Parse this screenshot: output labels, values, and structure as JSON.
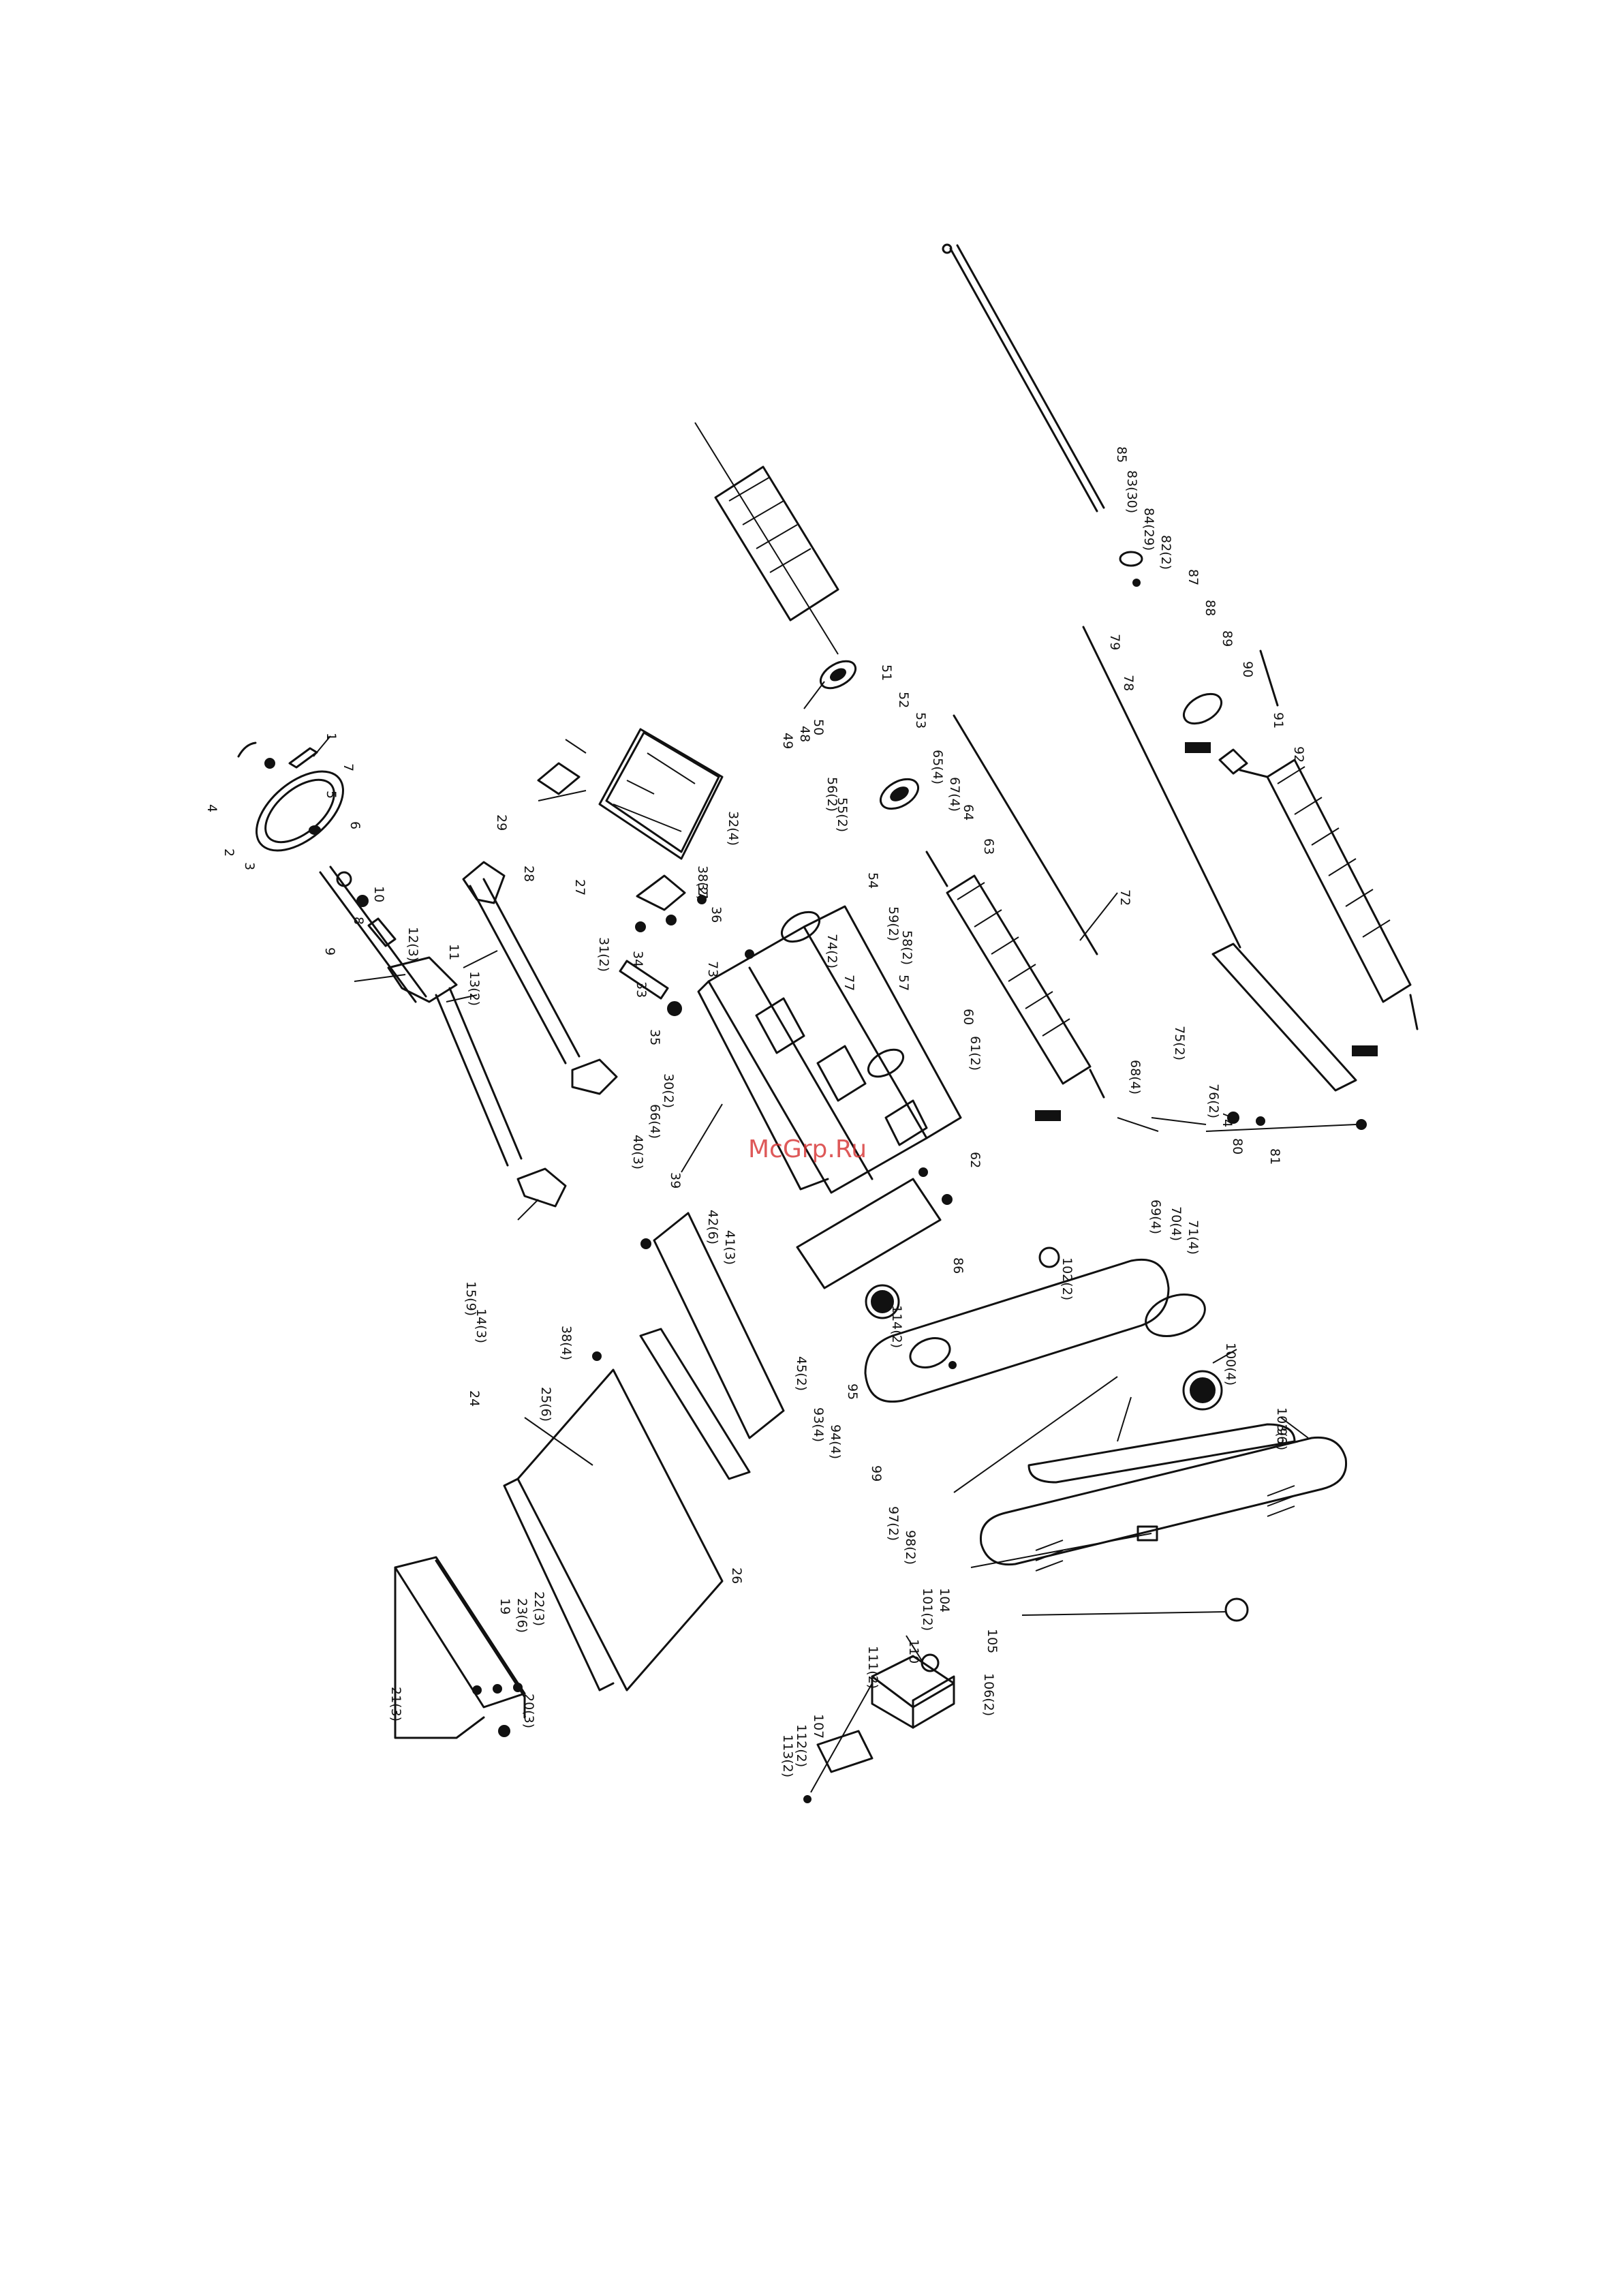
{
  "watermark": "McGrp.Ru",
  "callouts": [
    {
      "id": "c1",
      "text": "1"
    },
    {
      "id": "c2",
      "text": "2"
    },
    {
      "id": "c3",
      "text": "3"
    },
    {
      "id": "c4",
      "text": "4"
    },
    {
      "id": "c5",
      "text": "5"
    },
    {
      "id": "c6",
      "text": "6"
    },
    {
      "id": "c7",
      "text": "7"
    },
    {
      "id": "c8",
      "text": "8"
    },
    {
      "id": "c9",
      "text": "9"
    },
    {
      "id": "c10",
      "text": "10"
    },
    {
      "id": "c11",
      "text": "11"
    },
    {
      "id": "c12",
      "text": "12(3)"
    },
    {
      "id": "c13",
      "text": "13(2)"
    },
    {
      "id": "c14",
      "text": "14(3)"
    },
    {
      "id": "c15",
      "text": "15(9)"
    },
    {
      "id": "c19",
      "text": "19"
    },
    {
      "id": "c20",
      "text": "20(3)"
    },
    {
      "id": "c21",
      "text": "21(3)"
    },
    {
      "id": "c22",
      "text": "22(3)"
    },
    {
      "id": "c23",
      "text": "23(6)"
    },
    {
      "id": "c24",
      "text": "24"
    },
    {
      "id": "c25",
      "text": "25(6)"
    },
    {
      "id": "c26",
      "text": "26"
    },
    {
      "id": "c27",
      "text": "27"
    },
    {
      "id": "c28",
      "text": "28"
    },
    {
      "id": "c29",
      "text": "29"
    },
    {
      "id": "c30",
      "text": "30(2)"
    },
    {
      "id": "c31",
      "text": "31(2)"
    },
    {
      "id": "c32",
      "text": "32(4)"
    },
    {
      "id": "c33",
      "text": "33"
    },
    {
      "id": "c34",
      "text": "34"
    },
    {
      "id": "c35",
      "text": "35"
    },
    {
      "id": "c36",
      "text": "36"
    },
    {
      "id": "c37",
      "text": "37"
    },
    {
      "id": "c38",
      "text": "38(2)"
    },
    {
      "id": "c38b",
      "text": "38(4)"
    },
    {
      "id": "c39",
      "text": "39"
    },
    {
      "id": "c40",
      "text": "40(3)"
    },
    {
      "id": "c41",
      "text": "41(3)"
    },
    {
      "id": "c42",
      "text": "42(6)"
    },
    {
      "id": "c45",
      "text": "45(2)"
    },
    {
      "id": "c48",
      "text": "48"
    },
    {
      "id": "c49",
      "text": "49"
    },
    {
      "id": "c50",
      "text": "50"
    },
    {
      "id": "c51",
      "text": "51"
    },
    {
      "id": "c52",
      "text": "52"
    },
    {
      "id": "c53",
      "text": "53"
    },
    {
      "id": "c54",
      "text": "54"
    },
    {
      "id": "c55",
      "text": "55(2)"
    },
    {
      "id": "c56",
      "text": "56(2)"
    },
    {
      "id": "c57",
      "text": "57"
    },
    {
      "id": "c58",
      "text": "58(2)"
    },
    {
      "id": "c59",
      "text": "59(2)"
    },
    {
      "id": "c60",
      "text": "60"
    },
    {
      "id": "c61",
      "text": "61(2)"
    },
    {
      "id": "c62",
      "text": "62"
    },
    {
      "id": "c63",
      "text": "63"
    },
    {
      "id": "c64",
      "text": "64"
    },
    {
      "id": "c65",
      "text": "65(4)"
    },
    {
      "id": "c66",
      "text": "66(4)"
    },
    {
      "id": "c67",
      "text": "67(4)"
    },
    {
      "id": "c68",
      "text": "68(4)"
    },
    {
      "id": "c69",
      "text": "69(4)"
    },
    {
      "id": "c70",
      "text": "70(4)"
    },
    {
      "id": "c71",
      "text": "71(4)"
    },
    {
      "id": "c72",
      "text": "72"
    },
    {
      "id": "c73",
      "text": "73"
    },
    {
      "id": "c74",
      "text": "74"
    },
    {
      "id": "c74b",
      "text": "74(2)"
    },
    {
      "id": "c75",
      "text": "75(2)"
    },
    {
      "id": "c76",
      "text": "76(2)"
    },
    {
      "id": "c77",
      "text": "77"
    },
    {
      "id": "c78",
      "text": "78"
    },
    {
      "id": "c79",
      "text": "79"
    },
    {
      "id": "c80",
      "text": "80"
    },
    {
      "id": "c81",
      "text": "81"
    },
    {
      "id": "c82",
      "text": "82(2)"
    },
    {
      "id": "c83",
      "text": "83(30)"
    },
    {
      "id": "c84",
      "text": "84(29)"
    },
    {
      "id": "c85",
      "text": "85"
    },
    {
      "id": "c86",
      "text": "86"
    },
    {
      "id": "c87",
      "text": "87"
    },
    {
      "id": "c88",
      "text": "88"
    },
    {
      "id": "c89",
      "text": "89"
    },
    {
      "id": "c90",
      "text": "90"
    },
    {
      "id": "c91",
      "text": "91"
    },
    {
      "id": "c92",
      "text": "92"
    },
    {
      "id": "c93",
      "text": "93(4)"
    },
    {
      "id": "c94",
      "text": "94(4)"
    },
    {
      "id": "c95",
      "text": "95"
    },
    {
      "id": "c96",
      "text": "96"
    },
    {
      "id": "c97",
      "text": "97(2)"
    },
    {
      "id": "c98",
      "text": "98(2)"
    },
    {
      "id": "c99",
      "text": "99"
    },
    {
      "id": "c100",
      "text": "100(4)"
    },
    {
      "id": "c101",
      "text": "101(2)"
    },
    {
      "id": "c102",
      "text": "102(2)"
    },
    {
      "id": "c103",
      "text": "103(3)"
    },
    {
      "id": "c104",
      "text": "104"
    },
    {
      "id": "c105",
      "text": "105"
    },
    {
      "id": "c106",
      "text": "106(2)"
    },
    {
      "id": "c107",
      "text": "107"
    },
    {
      "id": "c110",
      "text": "110"
    },
    {
      "id": "c111",
      "text": "111(2)"
    },
    {
      "id": "c112",
      "text": "112(2)"
    },
    {
      "id": "c113",
      "text": "113(2)"
    },
    {
      "id": "c114",
      "text": "114(2)"
    }
  ]
}
